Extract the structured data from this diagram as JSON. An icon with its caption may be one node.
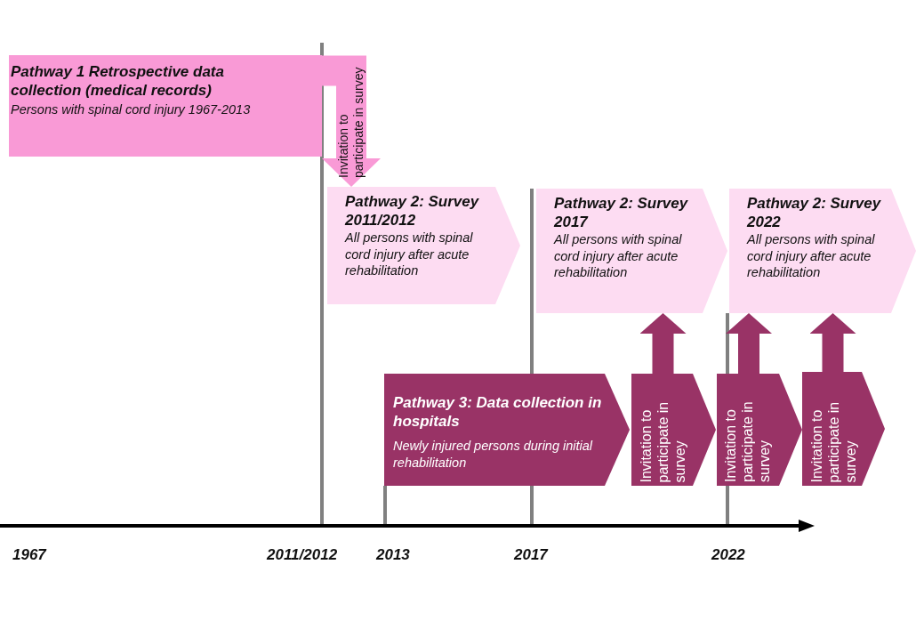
{
  "diagram": {
    "nodes": [
      {
        "text": [
          "Pathway 1 Retrospective data collection (medical records)",
          "Persons with spinal cord injury 1967-2013"
        ]
      },
      {
        "text": [
          "Pathway 2: Survey 2011/2012",
          "All persons with spinal cord injury after acute rehabilitation"
        ]
      },
      {
        "text": [
          "Pathway 2: Survey 2017",
          "All persons with spinal cord injury after acute rehabilitation"
        ]
      },
      {
        "text": [
          "Pathway 2: Survey 2022",
          "All persons with spinal cord injury after acute rehabilitation"
        ]
      },
      {
        "text": [
          "Pathway 3: Data collection in hospitals",
          "Newly injured persons during initial rehabilitation"
        ]
      },
      {
        "text": [
          "Invitation to participate in survey"
        ]
      },
      {
        "text": [
          "Invitation to participate in survey"
        ]
      },
      {
        "text": [
          "Invitation to participate in survey"
        ]
      }
    ],
    "edges": [
      {
        "from": 0,
        "to": 1,
        "arrow": "to",
        "label": "Invitation to participate in survey",
        "color": "#f99ad6"
      },
      {
        "from": 5,
        "to": 2,
        "arrow": "to"
      },
      {
        "from": 6,
        "to": 3,
        "arrow": "to"
      },
      {
        "from": 7,
        "to": 3,
        "arrow": "to"
      }
    ],
    "labels": [
      "1967",
      "2011/2012",
      "2013",
      "2017",
      "2022"
    ]
  }
}
